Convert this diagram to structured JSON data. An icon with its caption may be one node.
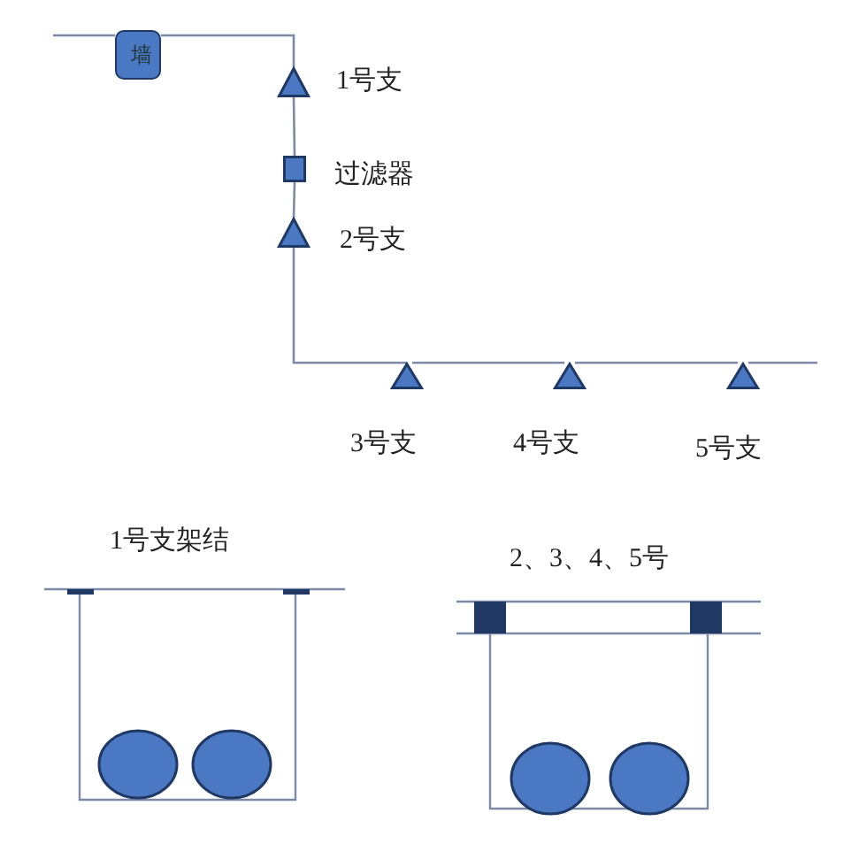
{
  "diagram": {
    "nodes": [
      {
        "text": [
          "墙"
        ]
      },
      {
        "text": [],
        "shape": "triangle",
        "beside": [
          "1号支"
        ]
      },
      {
        "text": [],
        "shape": "box",
        "beside": [
          "过滤器"
        ]
      },
      {
        "text": [],
        "shape": "triangle",
        "beside": [
          "2号支"
        ]
      },
      {
        "text": [],
        "shape": "triangle",
        "beside": [
          "3号支"
        ]
      },
      {
        "text": [],
        "shape": "triangle",
        "beside": [
          "4号支"
        ]
      },
      {
        "text": [],
        "shape": "triangle",
        "beside": [
          "5号支"
        ]
      }
    ],
    "edges": [
      {
        "from": 0,
        "to": 1,
        "arrow": "none"
      },
      {
        "from": 1,
        "to": 2,
        "arrow": "none"
      },
      {
        "from": 2,
        "to": 3,
        "arrow": "none"
      },
      {
        "from": 3,
        "to": 4,
        "arrow": "none"
      },
      {
        "from": 4,
        "to": 5,
        "arrow": "none"
      },
      {
        "from": 5,
        "to": 6,
        "arrow": "none"
      }
    ],
    "labels": [
      "1号支架结",
      "2、3、4、5号"
    ]
  }
}
